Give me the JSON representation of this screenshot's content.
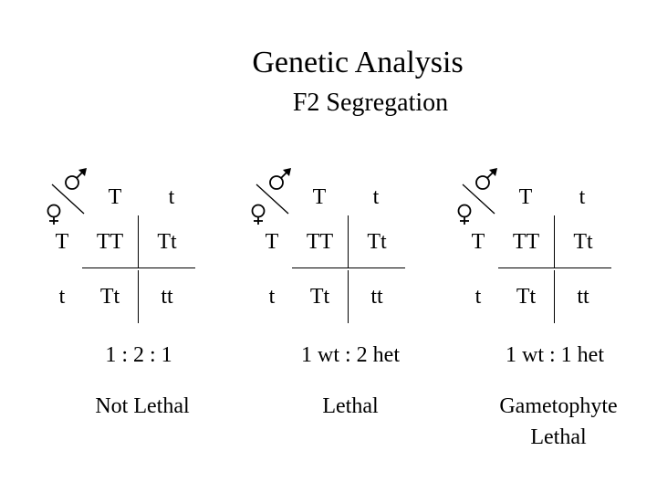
{
  "header": {
    "title": "Genetic Analysis",
    "subtitle": "F2 Segregation"
  },
  "panels": [
    {
      "columns": [
        "T",
        "t"
      ],
      "rows": [
        "T",
        "t"
      ],
      "cells": [
        [
          "TT",
          "Tt"
        ],
        [
          "Tt",
          "tt"
        ]
      ],
      "ratio": "1 : 2 : 1",
      "verdict": [
        "Not Lethal"
      ]
    },
    {
      "columns": [
        "T",
        "t"
      ],
      "rows": [
        "T",
        "t"
      ],
      "cells": [
        [
          "TT",
          "Tt"
        ],
        [
          "Tt",
          "tt"
        ]
      ],
      "ratio": "1 wt : 2 het",
      "verdict": [
        "Lethal"
      ]
    },
    {
      "columns": [
        "T",
        "t"
      ],
      "rows": [
        "T",
        "t"
      ],
      "cells": [
        [
          "TT",
          "Tt"
        ],
        [
          "Tt",
          "tt"
        ]
      ],
      "ratio": "1 wt : 1 het",
      "verdict": [
        "Gametophyte",
        "Lethal"
      ]
    }
  ],
  "icons": {
    "male": "male-symbol-icon",
    "female": "female-symbol-icon"
  }
}
